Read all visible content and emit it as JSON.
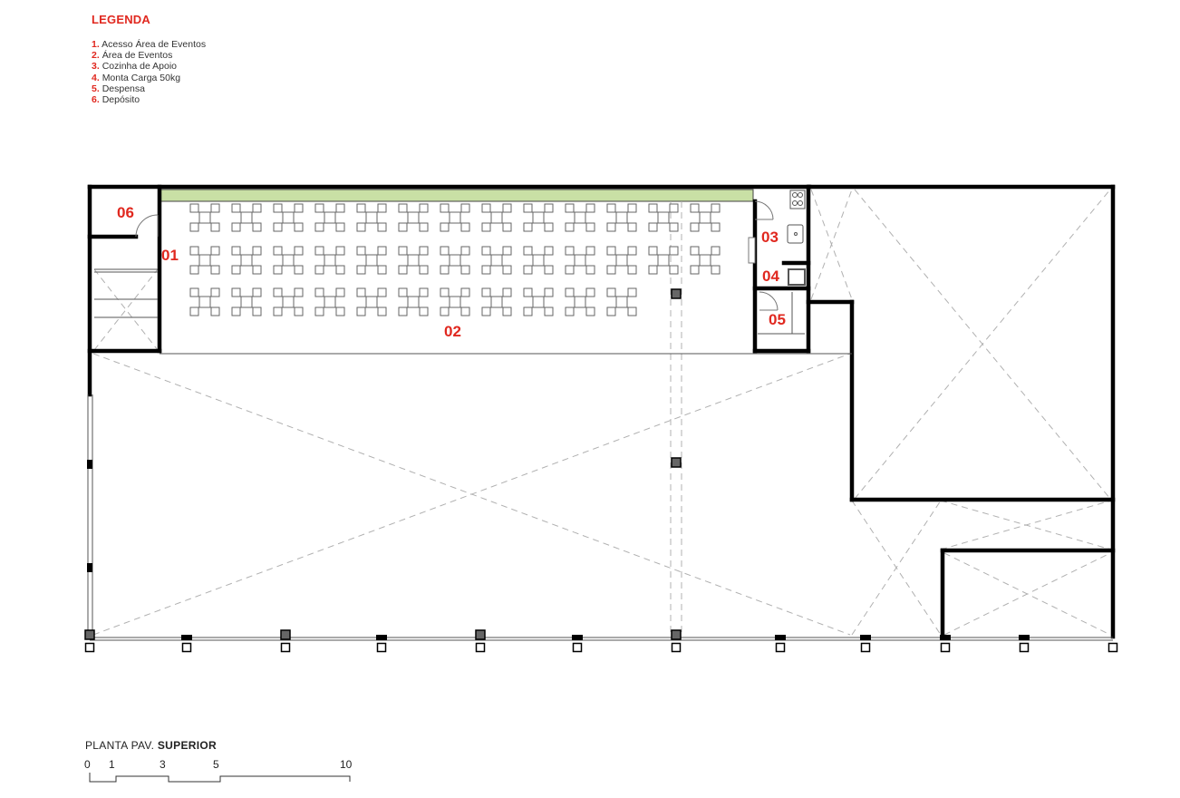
{
  "legend": {
    "title": "LEGENDA",
    "items": [
      {
        "num": "1.",
        "label": "Acesso Área de Eventos"
      },
      {
        "num": "2.",
        "label": "Área de Eventos"
      },
      {
        "num": "3.",
        "label": "Cozinha de Apoio"
      },
      {
        "num": "4.",
        "label": "Monta Carga 50kg"
      },
      {
        "num": "5.",
        "label": "Despensa"
      },
      {
        "num": "6.",
        "label": "Depósito"
      }
    ]
  },
  "rooms": {
    "r01": "01",
    "r02": "02",
    "r03": "03",
    "r04": "04",
    "r05": "05",
    "r06": "06"
  },
  "plan_title": {
    "prefix": "PLANTA PAV.",
    "bold": "SUPERIOR"
  },
  "scale": {
    "ticks": [
      "0",
      "1",
      "3",
      "5",
      "10"
    ]
  },
  "colors": {
    "accent": "#e0281f",
    "planter": "#c9e0a5",
    "wall": "#000000"
  }
}
